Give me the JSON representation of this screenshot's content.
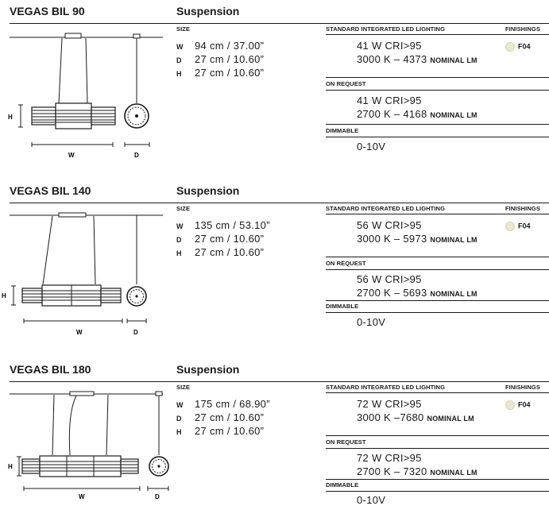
{
  "products": [
    {
      "model": "VEGAS BIL 90",
      "type": "Suspension",
      "size_header": "SIZE",
      "dims": [
        {
          "key": "W",
          "value": "94 cm / 37.00”"
        },
        {
          "key": "D",
          "value": "27 cm / 10.60”"
        },
        {
          "key": "H",
          "value": "27 cm / 10.60”"
        }
      ],
      "std_header": "STANDARD INTEGRATED LED LIGHTING",
      "std_line1": "41 W CRI>95",
      "std_line2": "3000 K – 4373",
      "std_unit": "NOMINAL LM",
      "finish_header": "FINISHINGS",
      "finish_code": "F04",
      "req_header": "ON REQUEST",
      "req_line1": "41 W CRI>95",
      "req_line2": "2700 K – 4168",
      "req_unit": "NOMINAL LM",
      "dim_header": "DIMMABLE",
      "dim_value": "0-10V",
      "label_h": "H",
      "label_w": "W",
      "label_d": "D"
    },
    {
      "model": "VEGAS BIL 140",
      "type": "Suspension",
      "size_header": "SIZE",
      "dims": [
        {
          "key": "W",
          "value": "135 cm / 53.10”"
        },
        {
          "key": "D",
          "value": "27 cm / 10.60”"
        },
        {
          "key": "H",
          "value": "27 cm / 10.60”"
        }
      ],
      "std_header": "STANDARD INTEGRATED LED LIGHTING",
      "std_line1": "56 W CRI>95",
      "std_line2": "3000 K – 5973",
      "std_unit": "NOMINAL LM",
      "finish_header": "FINISHINGS",
      "finish_code": "F04",
      "req_header": "ON REQUEST",
      "req_line1": "56 W CRI>95",
      "req_line2": "2700 K – 5693",
      "req_unit": "NOMINAL LM",
      "dim_header": "DIMMABLE",
      "dim_value": "0-10V",
      "label_h": "H",
      "label_w": "W",
      "label_d": "D"
    },
    {
      "model": "VEGAS BIL 180",
      "type": "Suspension",
      "size_header": "SIZE",
      "dims": [
        {
          "key": "W",
          "value": "175 cm / 68.90”"
        },
        {
          "key": "D",
          "value": "27 cm / 10.60”"
        },
        {
          "key": "H",
          "value": "27 cm / 10.60”"
        }
      ],
      "std_header": "STANDARD INTEGRATED LED LIGHTING",
      "std_line1": "72 W CRI>95",
      "std_line2": "3000 K –7680",
      "std_unit": "NOMINAL LM",
      "finish_header": "FINISHINGS",
      "finish_code": "F04",
      "req_header": "ON REQUEST",
      "req_line1": "72 W CRI>95",
      "req_line2": "2700 K – 7320",
      "req_unit": "NOMINAL LM",
      "dim_header": "DIMMABLE",
      "dim_value": "0-10V",
      "label_h": "H",
      "label_w": "W",
      "label_d": "D"
    }
  ],
  "colors": {
    "ink": "#1a1a1a",
    "finish_swatch": "#ece8cf"
  }
}
